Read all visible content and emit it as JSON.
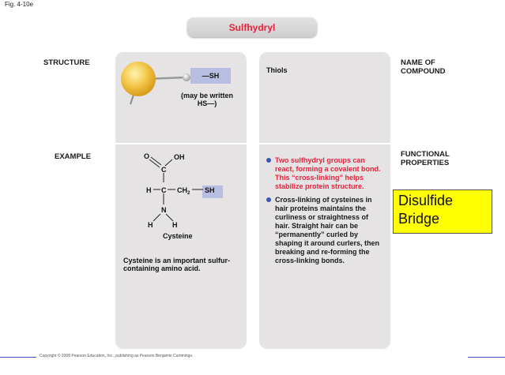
{
  "fig_label": "Fig. 4-10e",
  "title": "Sulfhydryl",
  "labels": {
    "structure": "STRUCTURE",
    "example": "EXAMPLE",
    "name_of_compound": "NAME OF COMPOUND",
    "functional_properties": "FUNCTIONAL PROPERTIES"
  },
  "structure": {
    "group": "—SH",
    "note": "(may be written HS—)"
  },
  "name": "Thiols",
  "example": {
    "molecule_name": "Cysteine",
    "description": "Cysteine is an important sulfur-containing amino acid.",
    "atoms": {
      "o": "O",
      "oh": "OH",
      "c_top": "C",
      "h_left": "H",
      "c_mid": "C",
      "ch2": "CH",
      "ch2_sub": "2",
      "sh": "SH",
      "n": "N",
      "h_n_left": "H",
      "h_n_right": "H"
    }
  },
  "functional_properties": [
    "Two sulfhydryl groups can react, forming a covalent bond. This “cross-linking” helps stabilize protein structure.",
    "Cross-linking of cysteines in hair proteins maintains the curliness or straightness of hair. Straight hair can be “permanently” curled by shaping it around curlers, then breaking and re-forming the cross-linking bonds."
  ],
  "callout": "Disulfide Bridge",
  "copyright": "Copyright © 2008 Pearson Education, Inc., publishing as Pearson Benjamin Cummings.",
  "colors": {
    "title_red": "#e6223c",
    "sh_highlight": "#b8bde2",
    "panel": "#e5e3e4",
    "callout_yellow": "#ffff00",
    "bullet_blue": "#3a57b8"
  }
}
